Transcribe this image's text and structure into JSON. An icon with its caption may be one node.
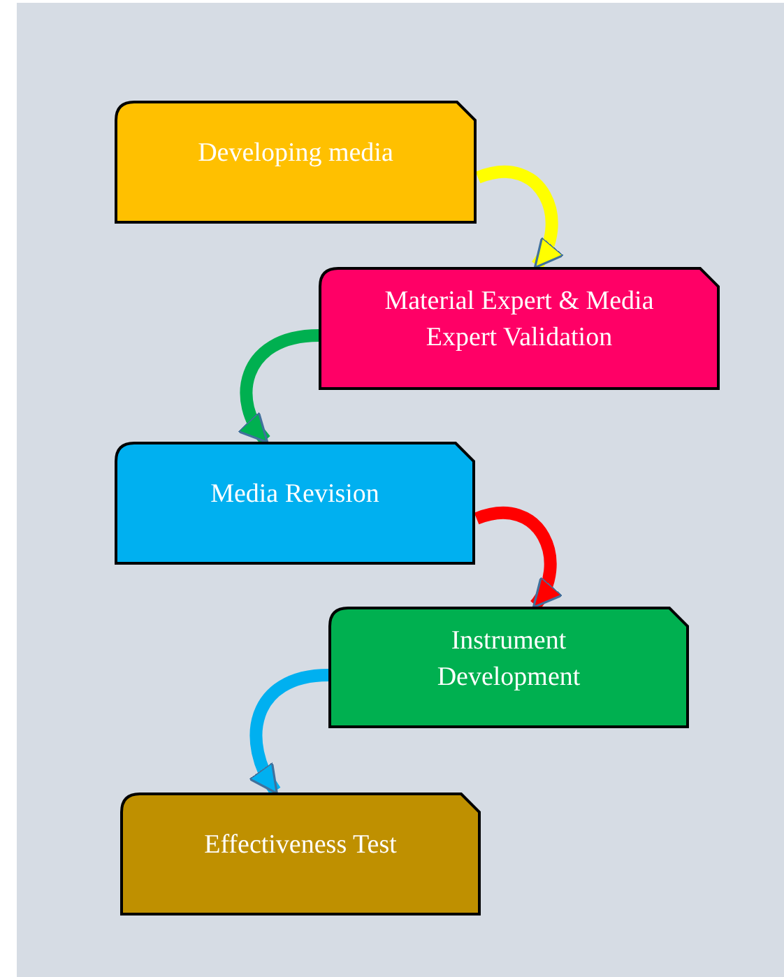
{
  "diagram": {
    "nodes": [
      {
        "text": [
          "Developing media"
        ]
      },
      {
        "text": [
          "Material Expert & Media Expert Validation"
        ]
      },
      {
        "text": [
          "Media Revision"
        ]
      },
      {
        "text": [
          "Instrument Development"
        ]
      },
      {
        "text": [
          "Effectiveness Test"
        ]
      }
    ],
    "edges": [
      {
        "from": 0,
        "to": 1,
        "arrow": "to",
        "color": "#ffff00"
      },
      {
        "from": 1,
        "to": 2,
        "arrow": "to",
        "color": "#00b050"
      },
      {
        "from": 2,
        "to": 3,
        "arrow": "to",
        "color": "#ff0000"
      },
      {
        "from": 3,
        "to": 4,
        "arrow": "to",
        "color": "#00b0f0"
      }
    ]
  }
}
